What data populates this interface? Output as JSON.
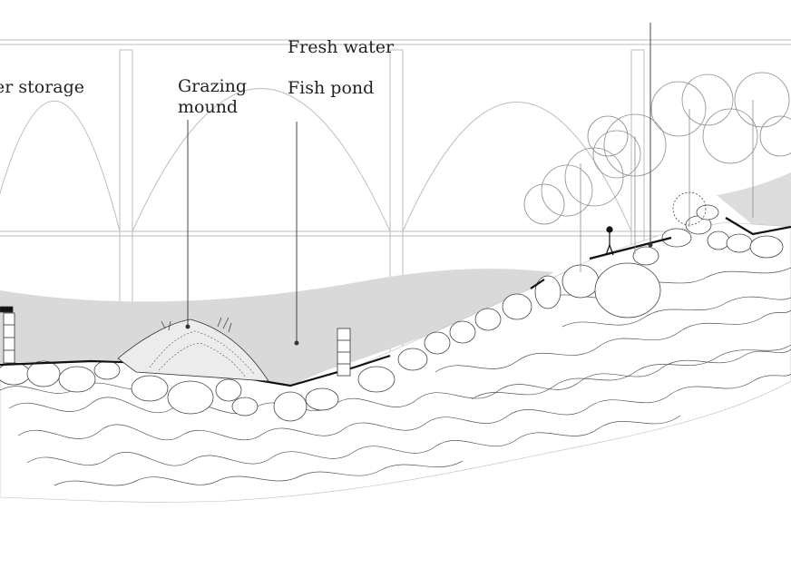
{
  "labels": {
    "storage": "er storage",
    "grazing_line1": "Grazing",
    "grazing_line2": "mound",
    "fresh_water": "Fresh water",
    "fish_pond": "Fish pond"
  },
  "colors": {
    "water": "#d9d9d9",
    "line": "#111111",
    "structure": "#b8b8b8",
    "tree": "#9a9a9a"
  }
}
